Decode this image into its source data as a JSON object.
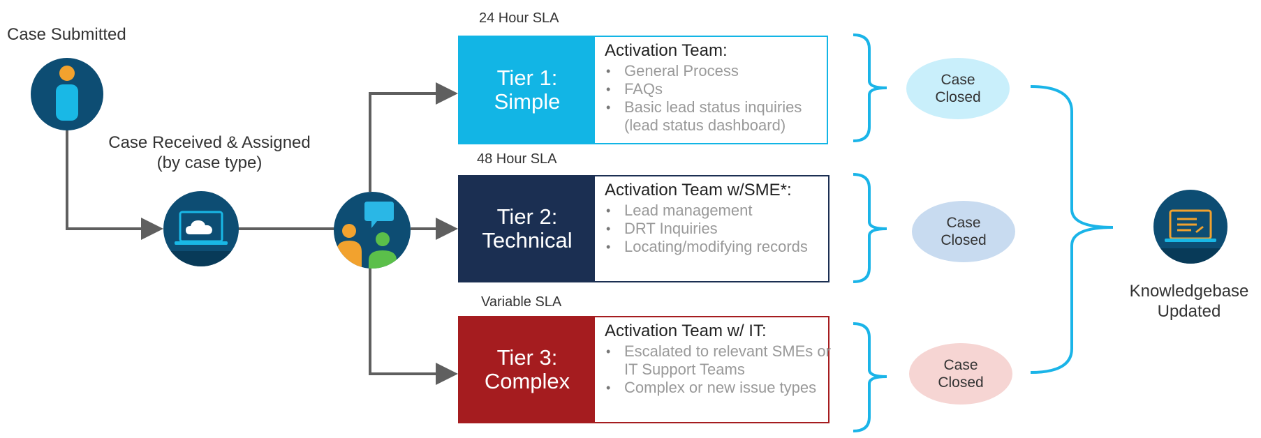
{
  "start": {
    "label": "Case Submitted"
  },
  "assign": {
    "line1": "Case Received & Assigned",
    "line2": "(by case type)"
  },
  "tiers": [
    {
      "sla": "24 Hour SLA",
      "title_line1": "Tier 1:",
      "title_line2": "Simple",
      "color": "#12b5e5",
      "border": "#12b5e5",
      "team": "Activation Team:",
      "items": [
        "General Process",
        "FAQs",
        "Basic lead status inquiries",
        "(lead status dashboard)"
      ],
      "closed_line1": "Case",
      "closed_line2": "Closed",
      "closed_color": "#c9effb"
    },
    {
      "sla": "48 Hour SLA",
      "title_line1": "Tier 2:",
      "title_line2": "Technical",
      "color": "#1b2f52",
      "border": "#1b2f52",
      "team": "Activation Team w/SME*:",
      "items": [
        "Lead management",
        "DRT Inquiries",
        "Locating/modifying records"
      ],
      "closed_line1": "Case",
      "closed_line2": "Closed",
      "closed_color": "#c8dbf0"
    },
    {
      "sla": "Variable SLA",
      "title_line1": "Tier 3:",
      "title_line2": "Complex",
      "color": "#a51c1f",
      "border": "#a51c1f",
      "team": "Activation Team w/ IT:",
      "items": [
        "Escalated to relevant SMEs or",
        "IT Support Teams",
        "Complex or new issue types"
      ],
      "closed_line1": "Case",
      "closed_line2": "Closed",
      "closed_color": "#f6d5d3"
    }
  ],
  "end": {
    "line1": "Knowledgebase",
    "line2": "Updated"
  },
  "colors": {
    "arrow": "#5f5f5f",
    "bracket": "#1ab4e8",
    "icon_bg": "#0d4d73"
  },
  "icons": {
    "start": "person-icon",
    "assign": "laptop-cloud-icon",
    "team": "team-chat-icon",
    "end": "laptop-document-icon"
  }
}
